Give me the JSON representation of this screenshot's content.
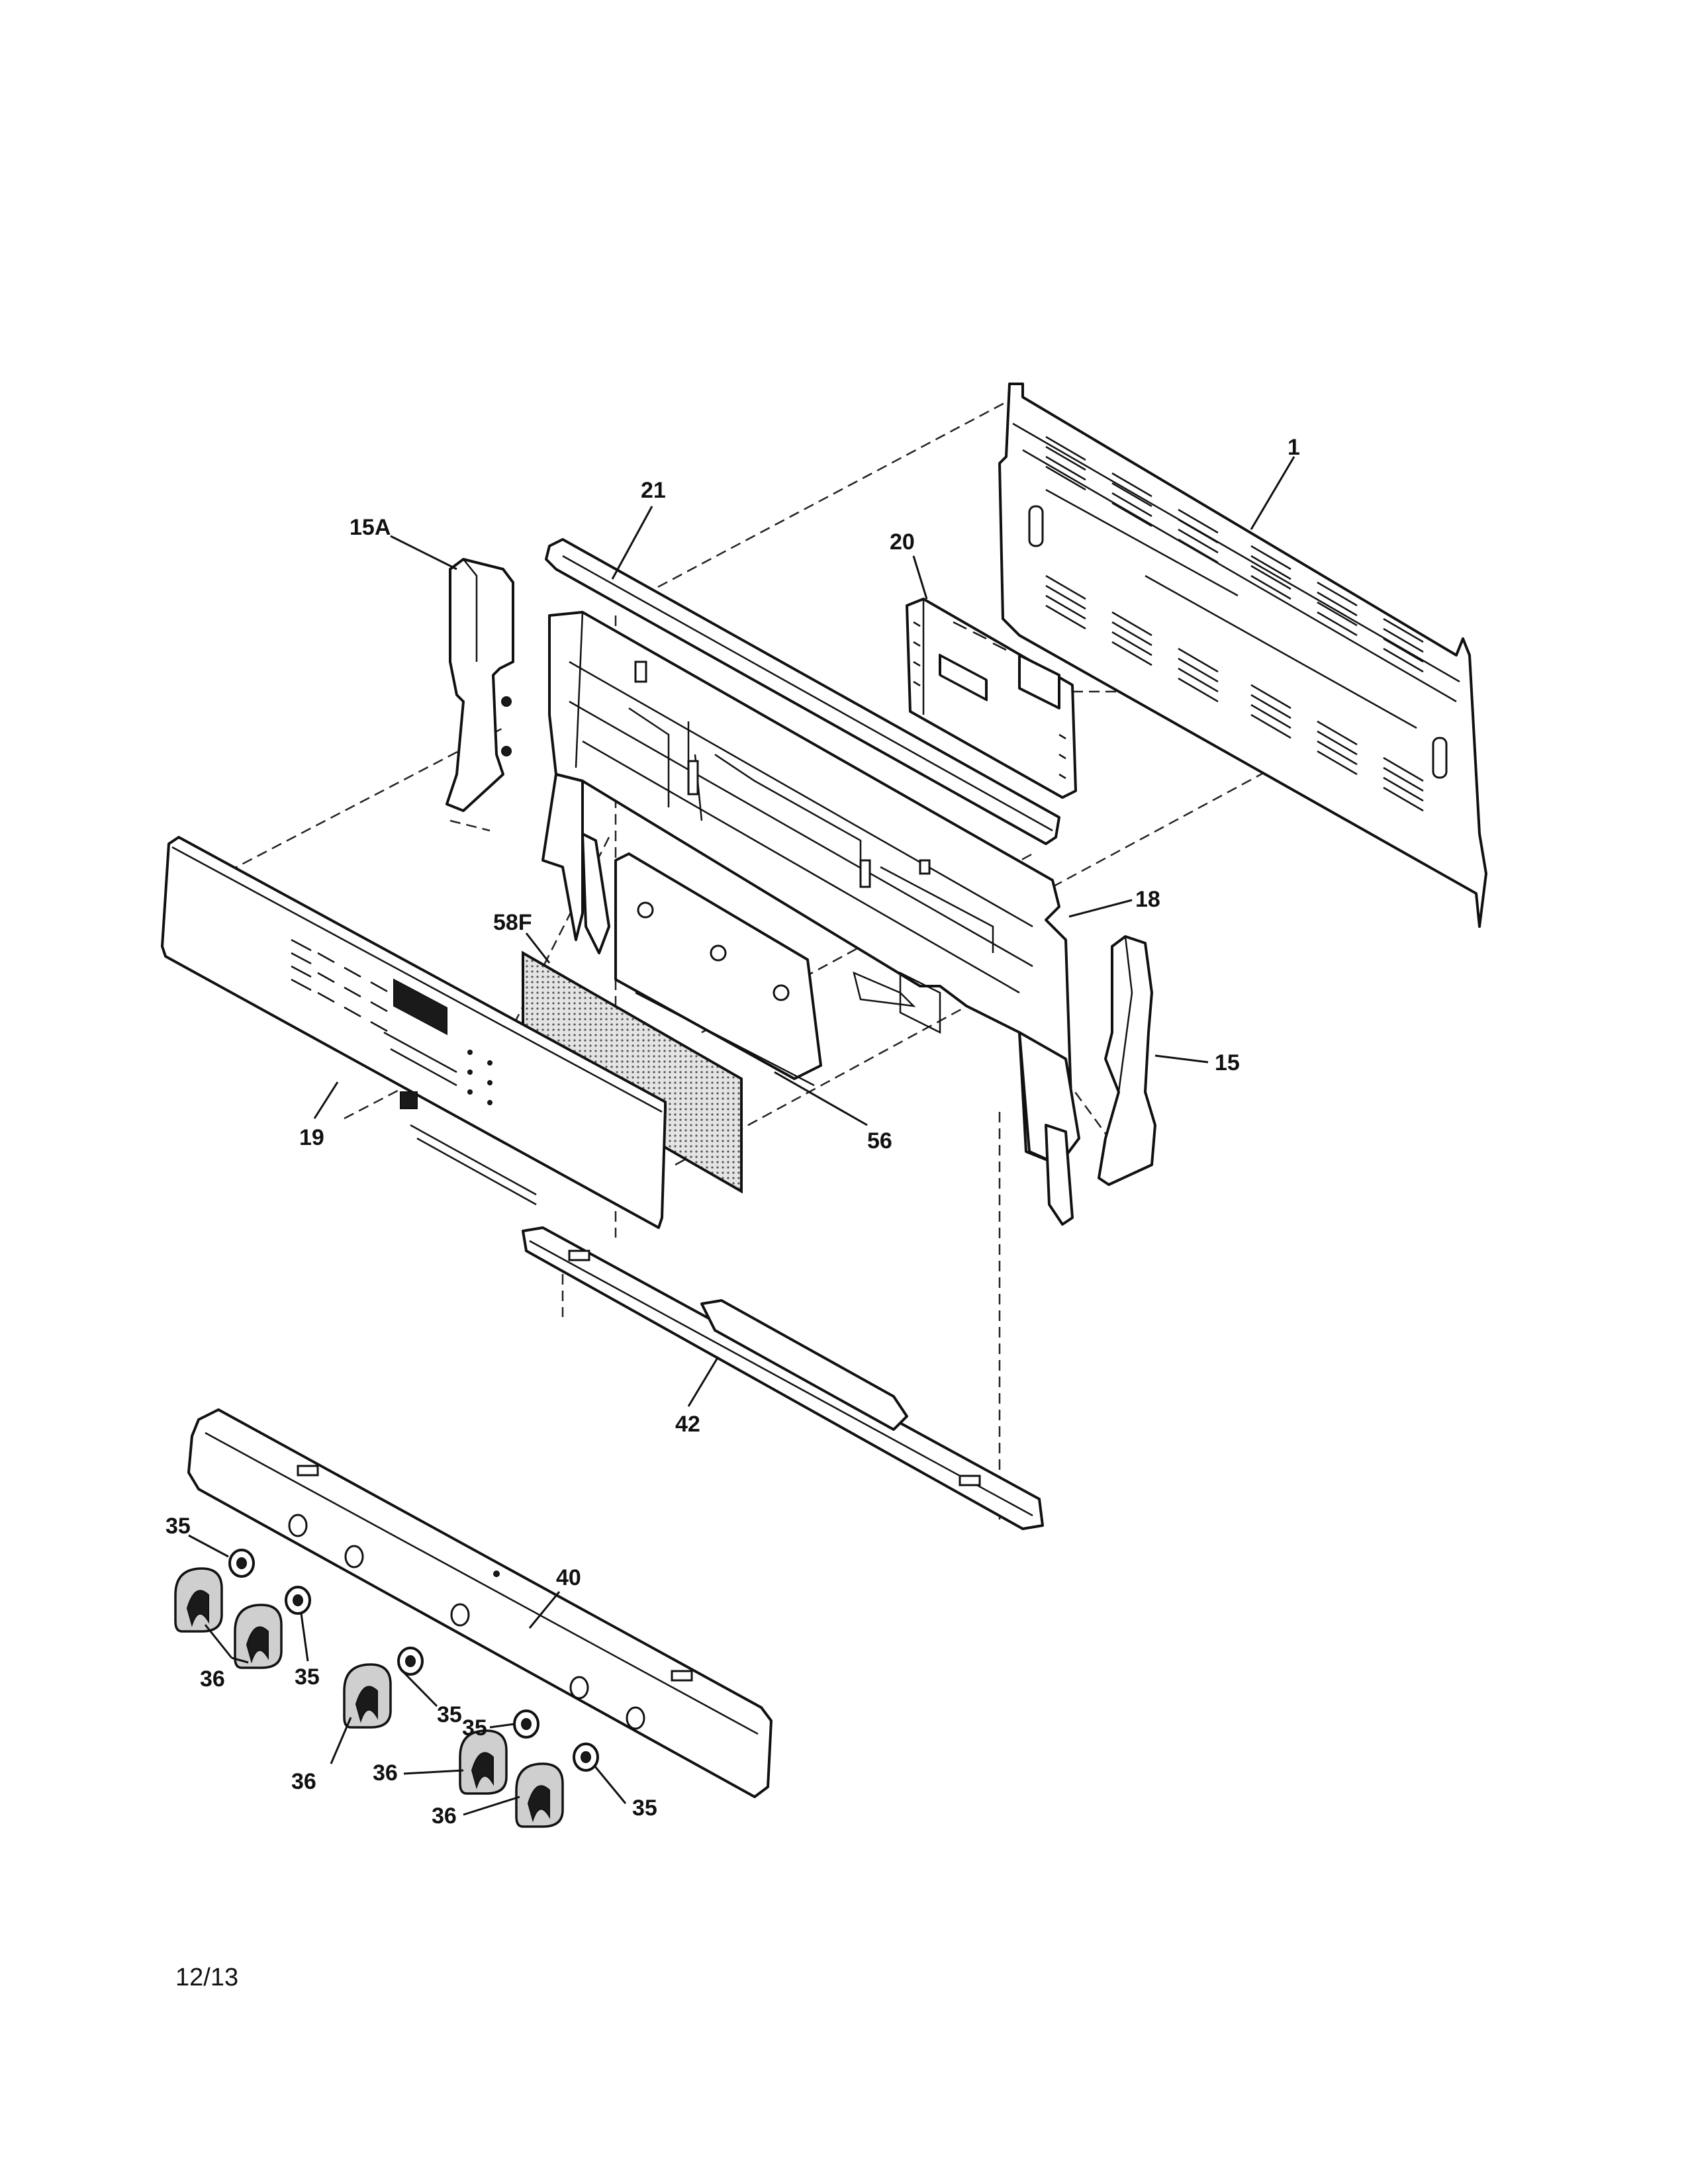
{
  "callouts": {
    "p1": "1",
    "p21": "21",
    "p15a": "15A",
    "p20": "20",
    "p18": "18",
    "p58f": "58F",
    "p15": "15",
    "p56": "56",
    "p19": "19",
    "p42": "42",
    "p40": "40",
    "p35_a": "35",
    "p35_b": "35",
    "p35_c": "35",
    "p35_d": "35",
    "p35_e": "35",
    "p36_a": "36",
    "p36_b": "36",
    "p36_c": "36",
    "p36_d": "36"
  },
  "footer": {
    "page_code": "12/13"
  },
  "colors": {
    "line": "#111111",
    "background": "#ffffff",
    "mesh": "#cfcfcf"
  }
}
